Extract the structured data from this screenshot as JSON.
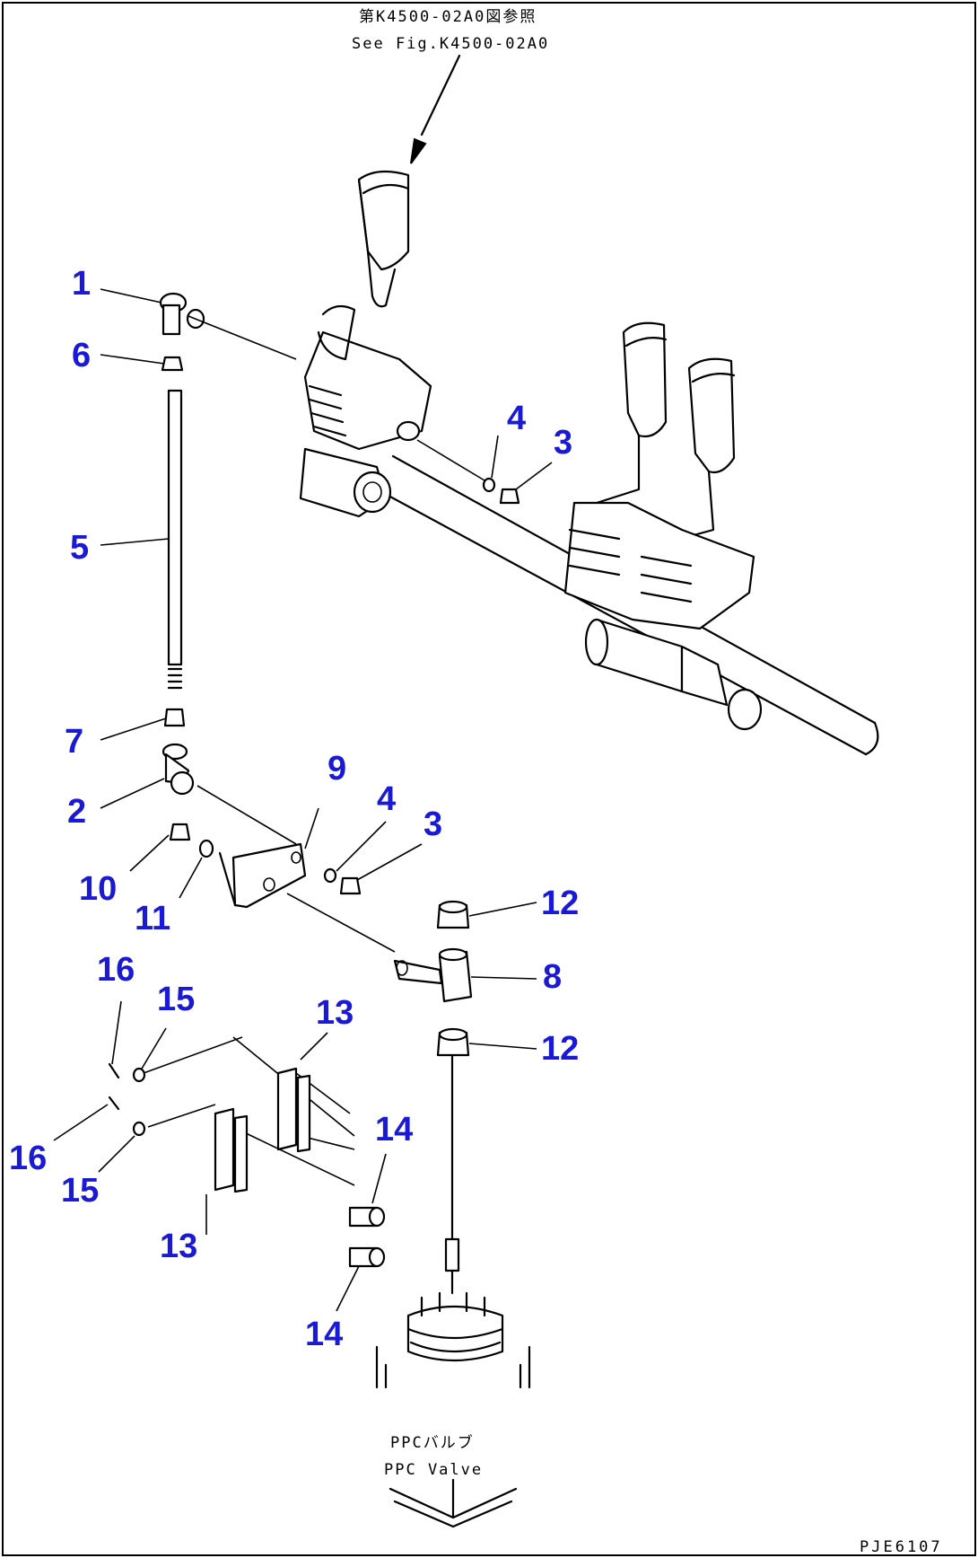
{
  "references": {
    "top_jp": "第K4500-02A0図参照",
    "top_en": "See Fig.K4500-02A0",
    "bottom_jp": "PPCバルブ",
    "bottom_en": "PPC Valve",
    "drawing_code": "PJE6107"
  },
  "callouts": [
    {
      "id": "c1",
      "text": "1"
    },
    {
      "id": "c6",
      "text": "6"
    },
    {
      "id": "c5",
      "text": "5"
    },
    {
      "id": "c7",
      "text": "7"
    },
    {
      "id": "c2",
      "text": "2"
    },
    {
      "id": "c10",
      "text": "10"
    },
    {
      "id": "c11",
      "text": "11"
    },
    {
      "id": "c9",
      "text": "9"
    },
    {
      "id": "c4a",
      "text": "4"
    },
    {
      "id": "c3a",
      "text": "3"
    },
    {
      "id": "c4b",
      "text": "4"
    },
    {
      "id": "c3b",
      "text": "3"
    },
    {
      "id": "c12a",
      "text": "12"
    },
    {
      "id": "c8",
      "text": "8"
    },
    {
      "id": "c12b",
      "text": "12"
    },
    {
      "id": "c16a",
      "text": "16"
    },
    {
      "id": "c15a",
      "text": "15"
    },
    {
      "id": "c13a",
      "text": "13"
    },
    {
      "id": "c14a",
      "text": "14"
    },
    {
      "id": "c16b",
      "text": "16"
    },
    {
      "id": "c15b",
      "text": "15"
    },
    {
      "id": "c13b",
      "text": "13"
    },
    {
      "id": "c14b",
      "text": "14"
    }
  ],
  "colors": {
    "callout": "#1a1ad6",
    "line": "#000000",
    "background": "#ffffff"
  }
}
